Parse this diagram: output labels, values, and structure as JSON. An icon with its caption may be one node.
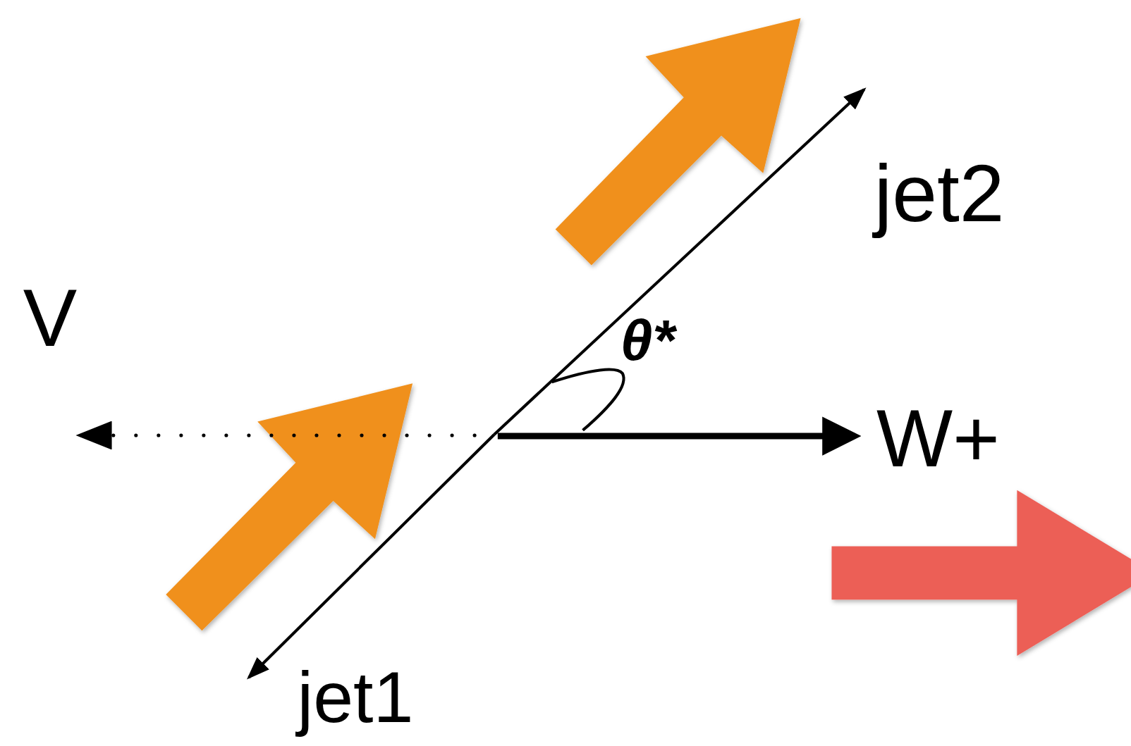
{
  "diagram": {
    "labels": [
      "jet2",
      "V",
      "θ*",
      "W+",
      "jet1"
    ]
  }
}
